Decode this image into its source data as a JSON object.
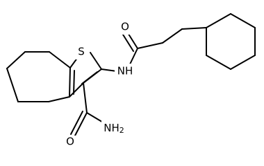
{
  "molecule": {
    "atom_labels": {
      "sulfur": "S",
      "carbonyl_oxygen_top": "O",
      "amide_nh": "NH",
      "carbonyl_oxygen_bottom": "O",
      "amide_nh2": "NH",
      "amide_nh2_subscript": "2"
    },
    "colors": {
      "bond": "#000000",
      "label": "#000000",
      "background": "#ffffff"
    }
  }
}
